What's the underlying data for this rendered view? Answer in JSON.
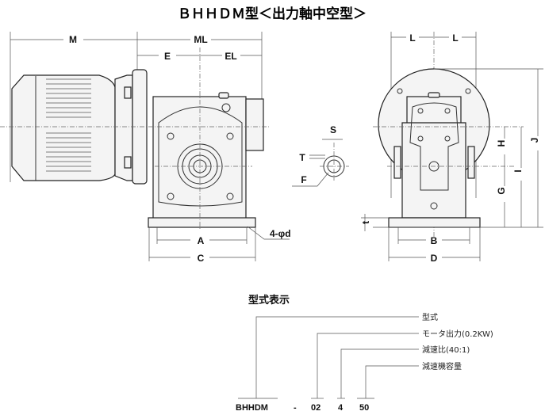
{
  "title": "ＢＨＨＤＭ型＜出力軸中空型＞",
  "dimensions": {
    "M": "M",
    "ML": "ML",
    "E": "E",
    "EL": "EL",
    "A": "A",
    "C": "C",
    "hole": "4-φd",
    "S": "S",
    "T": "T",
    "F": "F",
    "L1": "L",
    "L2": "L",
    "H": "H",
    "G": "G",
    "I": "I",
    "J": "J",
    "t": "t",
    "B": "B",
    "D": "D"
  },
  "model_designation": {
    "heading": "型式表示",
    "legend": [
      "型式",
      "モータ出力(0.2KW)",
      "減速比(40:1)",
      "減速機容量"
    ],
    "code": {
      "series": "BHHDM",
      "dash": "-",
      "motor": "02",
      "ratio": "4",
      "size": "50"
    }
  }
}
